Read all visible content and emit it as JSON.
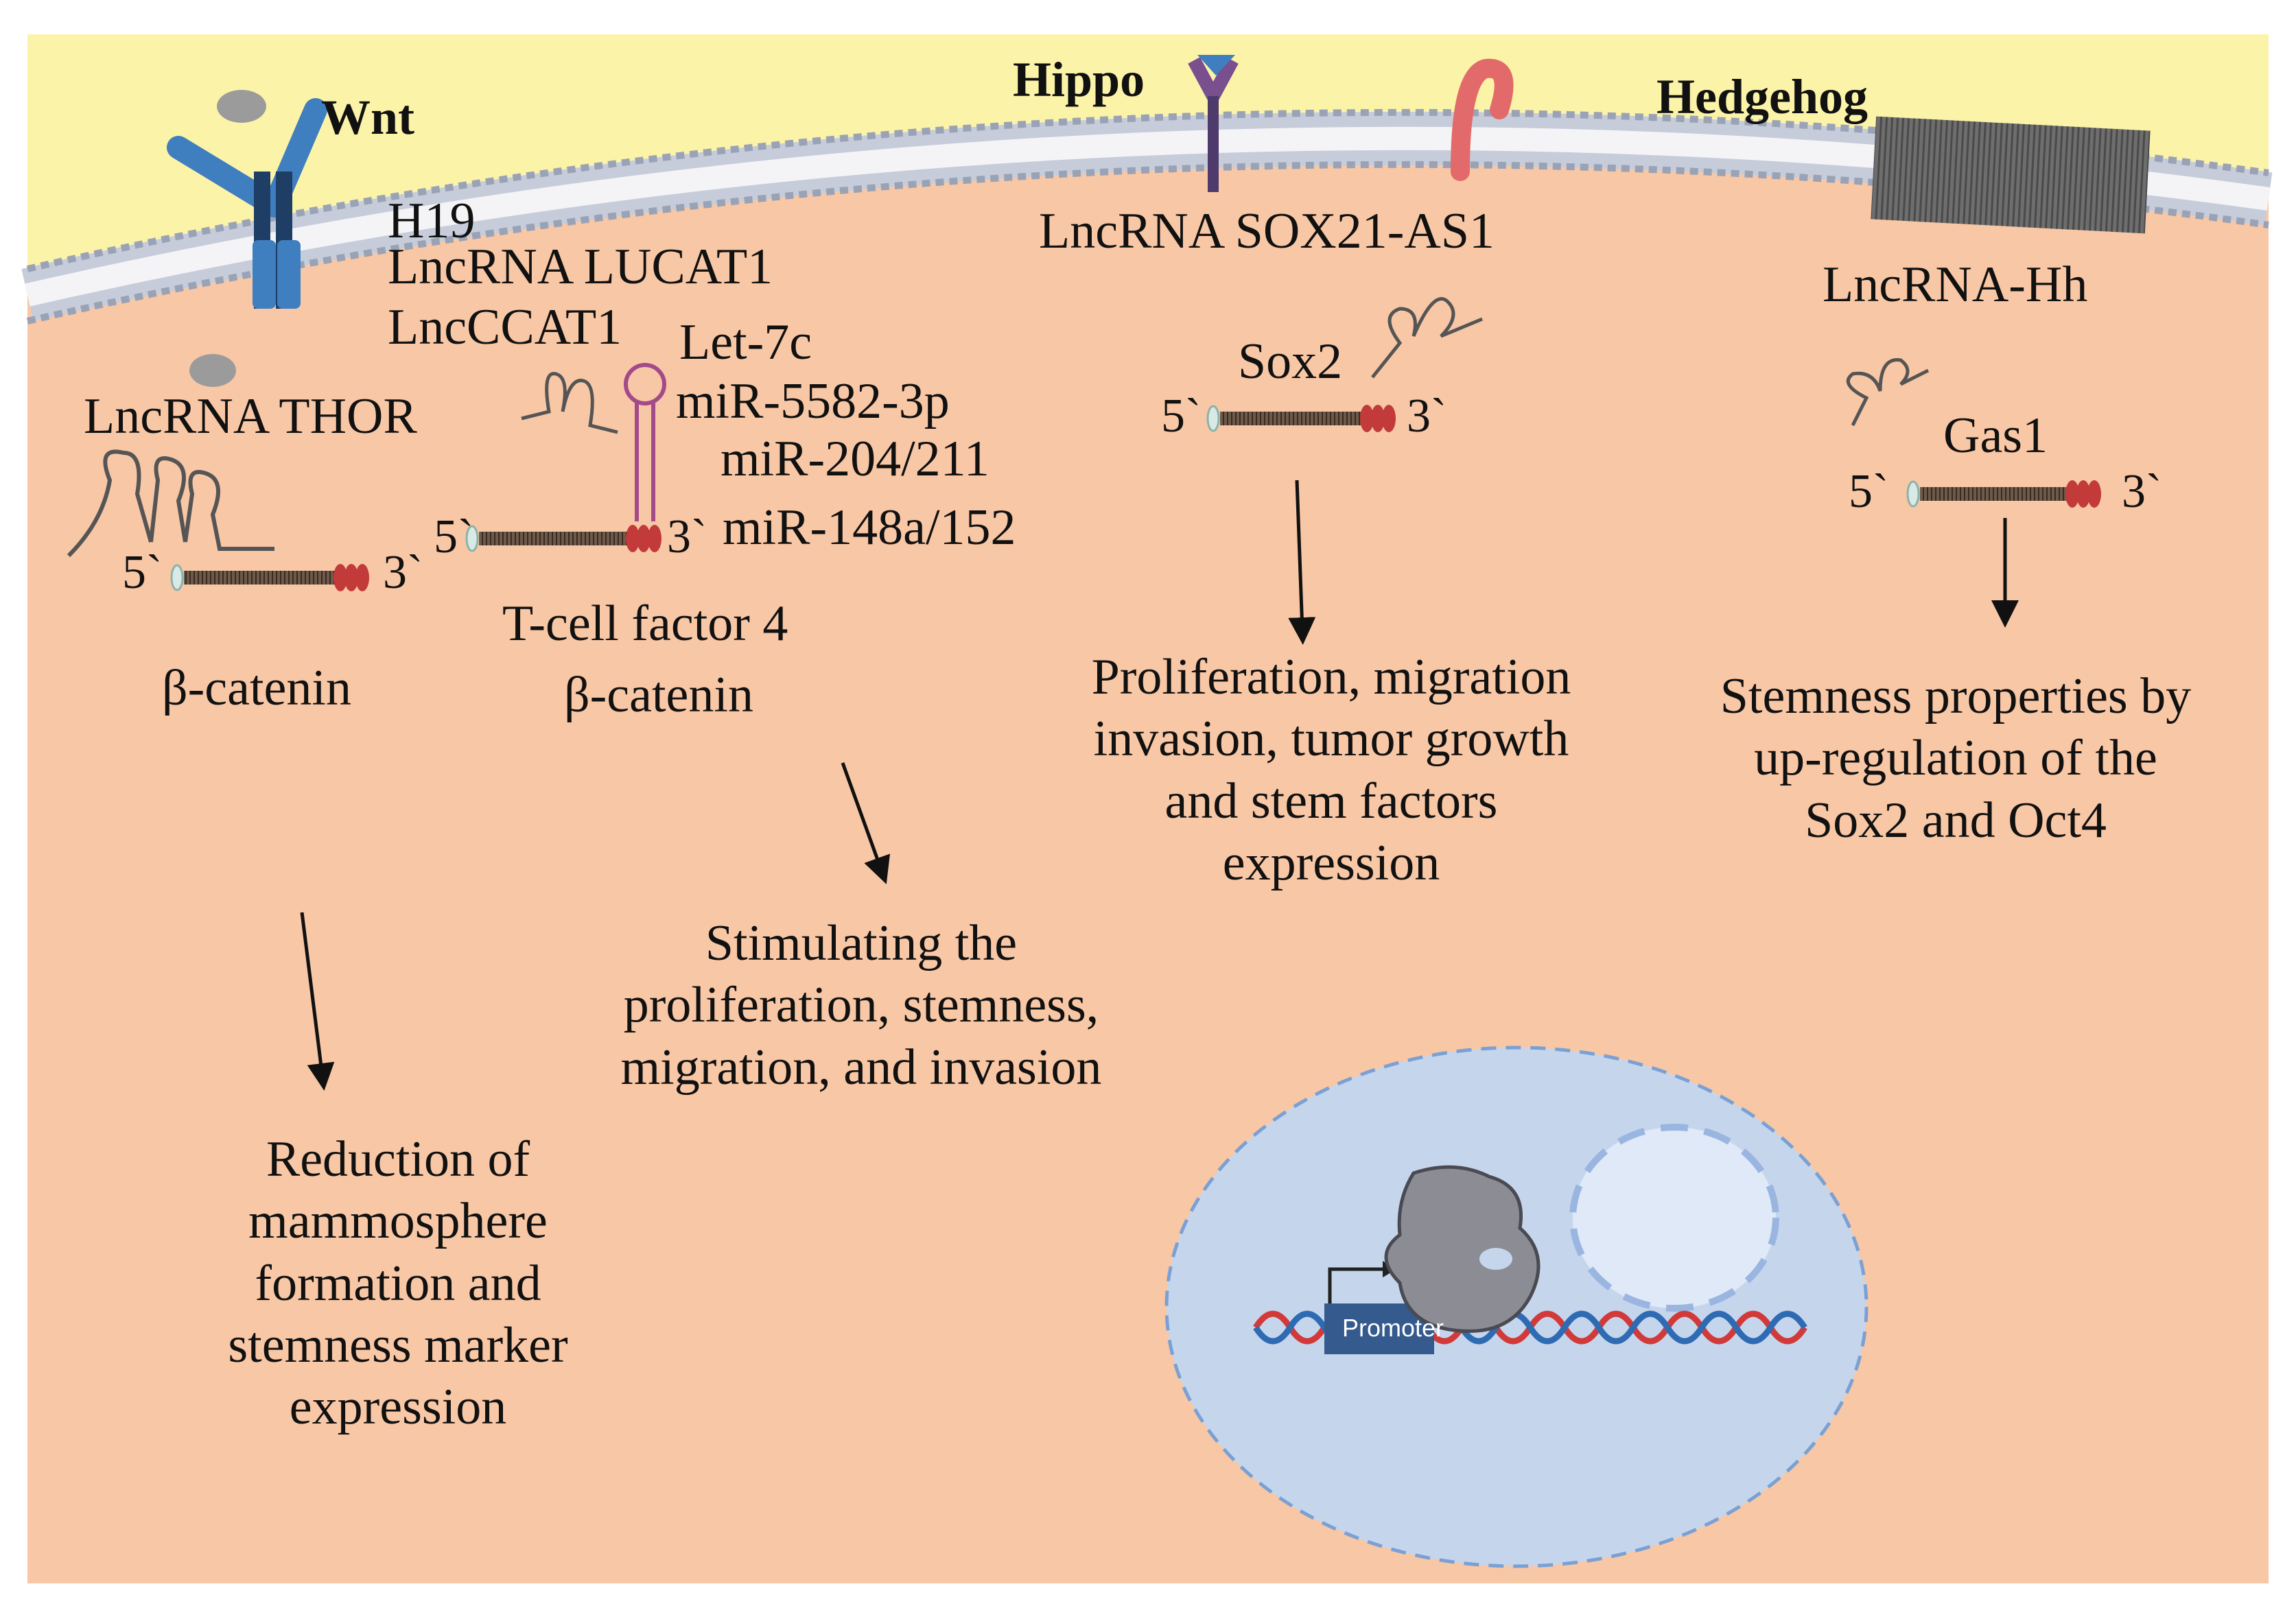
{
  "pathways": {
    "wnt": "Wnt",
    "hippo": "Hippo",
    "hedgehog": "Hedgehog"
  },
  "wnt_section": {
    "lnc_thor": "LncRNA THOR",
    "thor_target": "β-catenin",
    "h19": "H19",
    "lucat1": "LncRNA LUCAT1",
    "ccat1": "LncCCAT1",
    "mirnas": [
      "Let-7c",
      "miR-5582-3p",
      "miR-204/211",
      "miR-148a/152"
    ],
    "tcf4": "T-cell factor 4",
    "beta_catenin": "β-catenin",
    "outcome_thor": "Reduction of mammosphere formation and stemness marker expression",
    "outcome_h19": "Stimulating the proliferation, stemness, migration, and invasion"
  },
  "hippo_section": {
    "lnc": "LncRNA SOX21-AS1",
    "target": "Sox2",
    "outcome": "Proliferation, migration invasion, tumor growth and stem factors expression"
  },
  "hedgehog_section": {
    "lnc": "LncRNA-Hh",
    "target": "Gas1",
    "outcome": "Stemness properties by up-regulation of the Sox2 and Oct4"
  },
  "mrna_ends": {
    "five": "5`",
    "three": "3`"
  },
  "nucleus": {
    "promoter": "Promoter"
  },
  "colors": {
    "membrane_outside": "#fbf3a8",
    "cytoplasm": "#f8c7a5",
    "membrane": "#d8dde8",
    "receptor_blue": "#3f7ebf",
    "nucleus": "#c5d6ec",
    "dna_red": "#d23a3a",
    "dna_blue": "#2f6bb3",
    "mrna_cap": "#c23a3a"
  }
}
